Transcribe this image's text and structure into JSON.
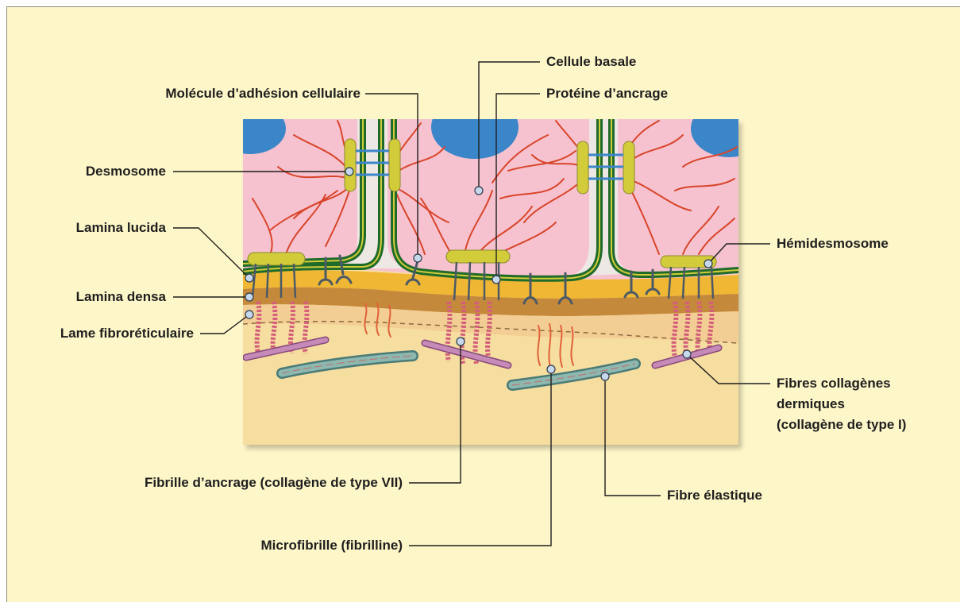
{
  "labels": {
    "cellule_basale": "Cellule basale",
    "molecule_adhesion": "Molécule d’adhésion cellulaire",
    "proteine_ancrage": "Protéine d’ancrage",
    "desmosome": "Desmosome",
    "lamina_lucida": "Lamina lucida",
    "lamina_densa": "Lamina densa",
    "lame_fibroreticulaire": "Lame fibroréticulaire",
    "hemidesmosome": "Hémidesmosome",
    "fibres_collagenes_1": "Fibres collagènes",
    "fibres_collagenes_2": "dermiques",
    "fibres_collagenes_3": "(collagène de type I)",
    "fibrille_ancrage": "Fibrille d’ancrage (collagène de type VII)",
    "fibre_elastique": "Fibre élastique",
    "microfibrille": "Microfibrille (fibrilline)"
  },
  "colors": {
    "panel_bg": "#fdf6c8",
    "cytoplasm": "#f6c2cf",
    "nucleus": "#3b86c8",
    "membrane": "#1f6b2a",
    "keratin": "#d8452a",
    "lamina_lucida": "#f0b735",
    "lamina_densa": "#c5893b",
    "fibroreticular": "#f3ce94",
    "dermis": "#f6dda0",
    "anchoring_fibril": "#d45f7a",
    "plaque": "#d3cc3a",
    "elastic_fiber": "#6a9a94",
    "collagen": "#b86ea2"
  }
}
